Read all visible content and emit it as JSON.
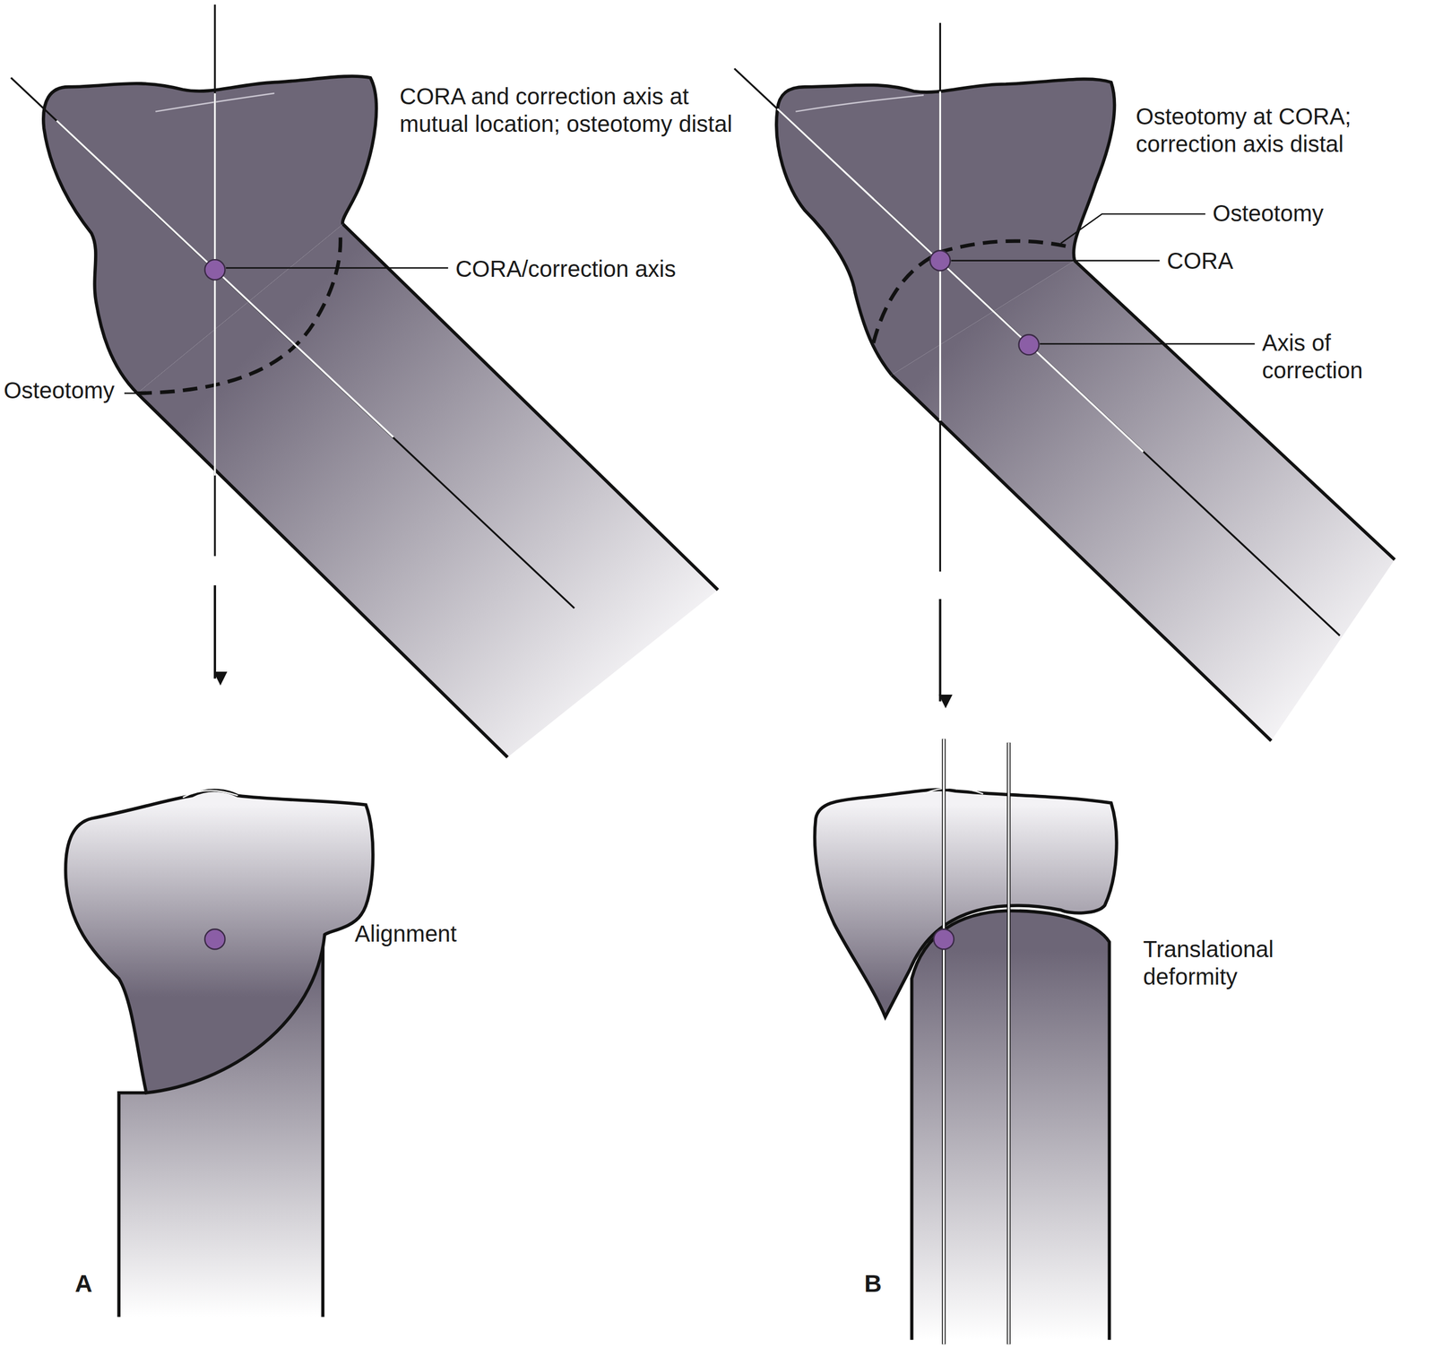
{
  "diagram": {
    "labels": [
      "CORA and correction axis at mutual location; osteotomy distal",
      "CORA/correction axis",
      "Osteotomy",
      "Alignment",
      "A",
      "Osteotomy at CORA; correction axis distal",
      "Osteotomy",
      "CORA",
      "Axis of correction",
      "Translational deformity",
      "B"
    ]
  }
}
